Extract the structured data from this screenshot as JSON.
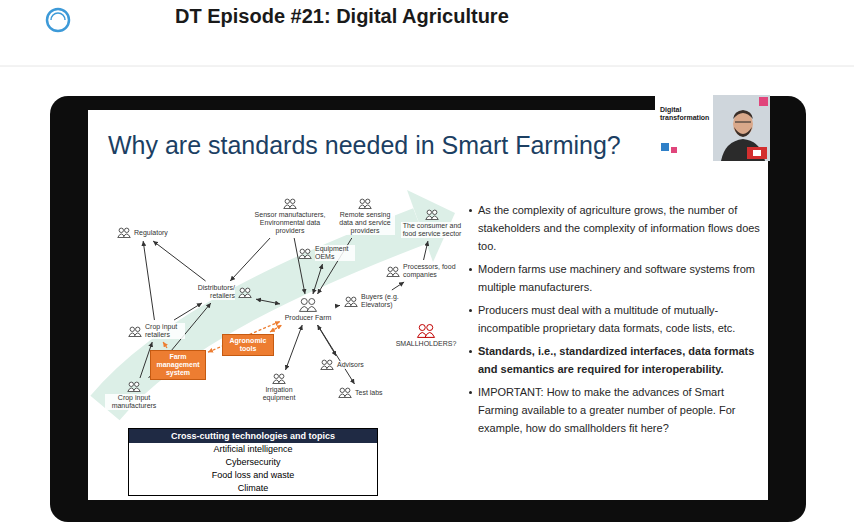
{
  "diagram": {
    "title": "Why are standards needed in Smart Farming?",
    "nodes": [
      {
        "text": [
          "Regulatory"
        ]
      },
      {
        "text": [
          "Sensor manufacturers, Environmental data providers"
        ]
      },
      {
        "text": [
          "Remote sensing data and service providers"
        ]
      },
      {
        "text": [
          "The consumer and food service sector"
        ]
      },
      {
        "text": [
          "Equipment OEMs"
        ]
      },
      {
        "text": [
          "Distributors/ retailers"
        ]
      },
      {
        "text": [
          "Processors, food companies"
        ]
      },
      {
        "text": [
          "Buyers (e.g. Elevators)"
        ]
      },
      {
        "text": [
          "Producer Farm"
        ]
      },
      {
        "text": [
          "Crop input retailers"
        ]
      },
      {
        "text": [
          "Crop input manufacturers"
        ]
      },
      {
        "text": [
          "Irrigation equipment"
        ]
      },
      {
        "text": [
          "Advisors"
        ]
      },
      {
        "text": [
          "Test labs"
        ]
      },
      {
        "text": [
          "Farm management system"
        ]
      },
      {
        "text": [
          "Agronomic tools"
        ]
      },
      {
        "text": [
          "SMALLHOLDERS?"
        ]
      }
    ],
    "edges": [
      {
        "from": 5,
        "to": 0,
        "arrow": "to"
      },
      {
        "from": 9,
        "to": 0,
        "arrow": "to"
      },
      {
        "from": 10,
        "to": 9,
        "arrow": "to"
      },
      {
        "from": 9,
        "to": 5,
        "arrow": "to"
      },
      {
        "from": 5,
        "to": 8,
        "arrow": "both"
      },
      {
        "from": 1,
        "to": 8,
        "arrow": "to"
      },
      {
        "from": 2,
        "to": 8,
        "arrow": "to"
      },
      {
        "from": 4,
        "to": 8,
        "arrow": "both"
      },
      {
        "from": 8,
        "to": 7,
        "arrow": "to"
      },
      {
        "from": 7,
        "to": 6,
        "arrow": "to"
      },
      {
        "from": 6,
        "to": 3,
        "arrow": "to"
      },
      {
        "from": 11,
        "to": 8,
        "arrow": "both"
      },
      {
        "from": 12,
        "to": 8,
        "arrow": "both"
      },
      {
        "from": 8,
        "to": 13,
        "arrow": "to"
      },
      {
        "from": 14,
        "to": 8,
        "arrow": "both"
      },
      {
        "from": 15,
        "to": 8,
        "arrow": "both"
      },
      {
        "from": 14,
        "to": 9,
        "arrow": "to"
      },
      {
        "from": 1,
        "to": 5,
        "arrow": "to"
      },
      {
        "from": 10,
        "to": 5,
        "arrow": "to"
      }
    ],
    "labels": [
      "DT Episode #21: Digital Agriculture",
      "Digital transformation",
      "As the complexity of agriculture grows, the number of stakeholders and the complexity of information flows does too.",
      "Modern farms use machinery and software systems from multiple manufacturers.",
      "Producers must deal with a multitude of mutually-incompatible proprietary data formats, code lists, etc.",
      "Standards, i.e., standardized interfaces, data formats and semantics are required for interoperability.",
      "IMPORTANT: How to make the advances of Smart Farming available to a greater number of people. For example, how do smallholders fit here?",
      "Cross-cutting technologies and topics",
      "Artificial intelligence",
      "Cybersecurity",
      "Food loss and waste",
      "Climate"
    ]
  }
}
